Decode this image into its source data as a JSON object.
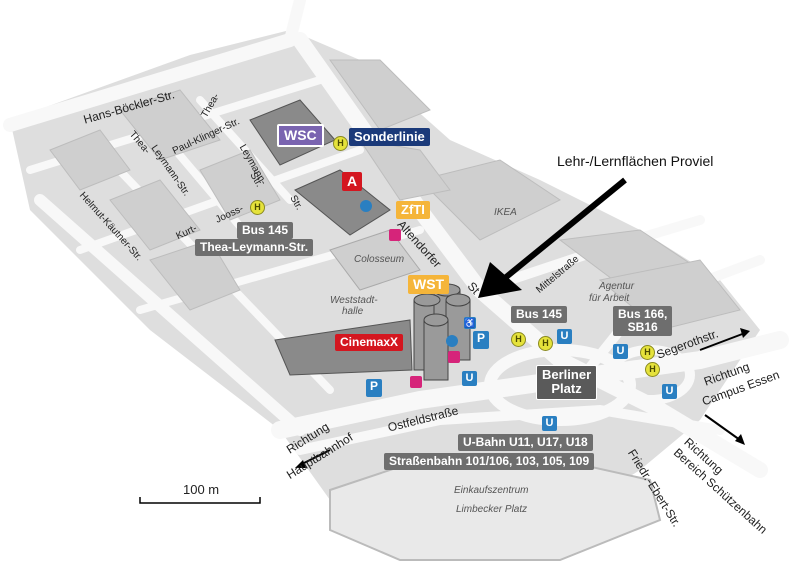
{
  "streets": {
    "hans_boeckler": "Hans-Böckler-Str.",
    "thea_leymann_1": "Thea-",
    "thea_leymann_2": "Leymann-",
    "thea_leymann_3": "Str.",
    "paul_klinger": "Paul-Klinger-Str.",
    "thea_leymann_b1": "Thea-",
    "thea_leymann_b2": "Leymann-Str.",
    "kurt_jooss_1": "Kurt-",
    "kurt_jooss_2": "Jooss-",
    "kurt_jooss_3": "Str.",
    "helmut_kaeutner": "Helmut-Käutner-Str.",
    "altendorfer": "Altendorfer",
    "altendorfer_s": "St",
    "mittelstrasse": "Mittelstraße",
    "segerothstr": "Segerothstr.",
    "ostfeldstrasse": "Ostfeldstraße",
    "friedr_ebert": "Friedr.-Ebert-Str."
  },
  "places": {
    "ikea": "IKEA",
    "colosseum": "Colosseum",
    "weststadthalle_1": "Weststadt-",
    "weststadthalle_2": "halle",
    "agentur_1": "Agentur",
    "agentur_2": "für Arbeit",
    "einkauf_1": "Einkaufszentrum",
    "einkauf_2": "Limbecker Platz"
  },
  "buildings": {
    "wsc": "WSC",
    "sonderlinie": "Sonderlinie",
    "a": "A",
    "zfti": "ZfTI",
    "wst": "WST",
    "cinemaxx": "CinemaxX",
    "berliner_1": "Berliner",
    "berliner_2": "Platz"
  },
  "transit": {
    "bus145_top": "Bus 145",
    "thea_stop": "Thea-Leymann-Str.",
    "bus145_right": "Bus 145",
    "bus166_1": "Bus 166,",
    "bus166_2": "SB16",
    "ubahn": "U-Bahn U11, U17, U18",
    "strassenbahn": "Straßenbahn 101/106, 103, 105, 109"
  },
  "directions": {
    "campus_1": "Richtung",
    "campus_2": "Campus Essen",
    "schuetzen_1": "Richtung",
    "schuetzen_2": "Bereich Schützenbahn",
    "hbf_1": "Richtung",
    "hbf_2": "Hauptbahnhof"
  },
  "annotation": "Lehr-/Lernflächen Proviel",
  "scale_label": "100 m",
  "icons": {
    "u": "U",
    "h": "H",
    "p": "P"
  },
  "colors": {
    "wsc": "#7a64b0",
    "sonderlinie": "#1b3a7a",
    "a": "#d4161f",
    "zfti": "#f5b53a",
    "wst": "#f5b53a",
    "cinemaxx": "#d4161f",
    "u_icon": "#2a7fc1"
  }
}
